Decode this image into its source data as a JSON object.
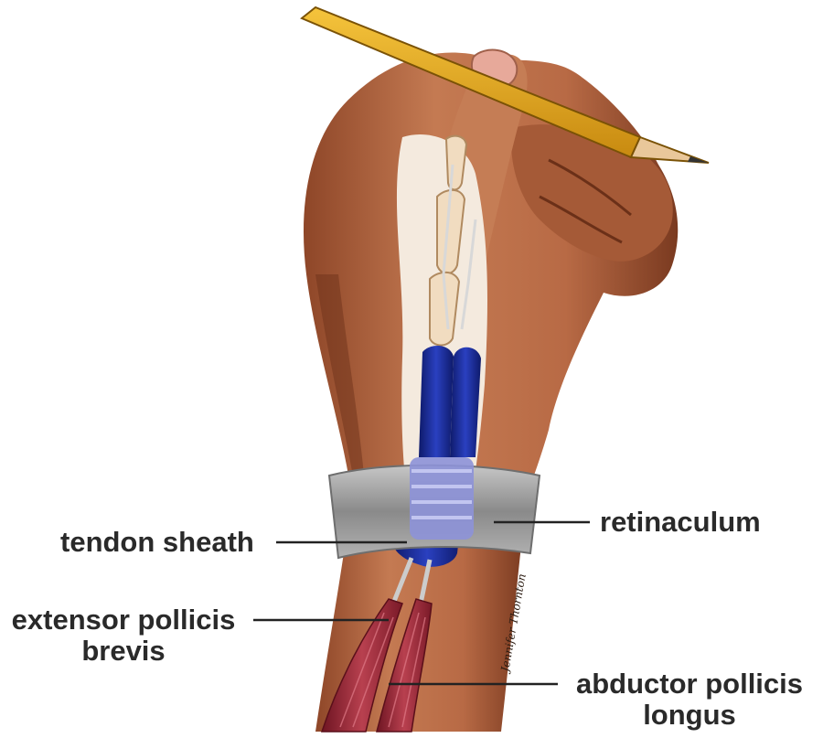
{
  "labels": {
    "retinaculum": "retinaculum",
    "tendon_sheath": "tendon sheath",
    "epb_line1": "extensor pollicis",
    "epb_line2": "brevis",
    "apl_line1": "abductor pollicis",
    "apl_line2": "longus"
  },
  "signature": "Jennifer Thornton",
  "colors": {
    "skin": "#b86a45",
    "skin_dark": "#7a3a20",
    "bone": "#f1dcc0",
    "tendon_sheath": "#1c2f9e",
    "retinaculum": "#9c9c9c",
    "muscle": "#9d2b3a",
    "pencil": "#e6a91e",
    "leader_line": "#222222"
  }
}
